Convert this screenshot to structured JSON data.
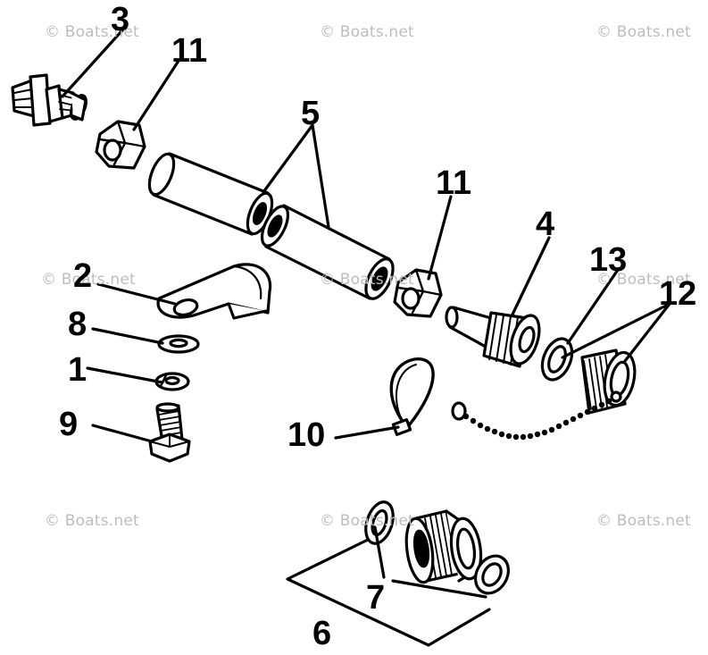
{
  "watermark": "© Boats.net",
  "callouts": {
    "n1": "1",
    "n2": "2",
    "n3": "3",
    "n4": "4",
    "n5": "5",
    "n6": "6",
    "n7": "7",
    "n8": "8",
    "n9": "9",
    "n10": "10",
    "n11a": "11",
    "n11b": "11",
    "n12": "12",
    "n13": "13"
  },
  "colors": {
    "ink": "#000000",
    "paper": "#ffffff",
    "watermark": "#bdbdbd"
  }
}
